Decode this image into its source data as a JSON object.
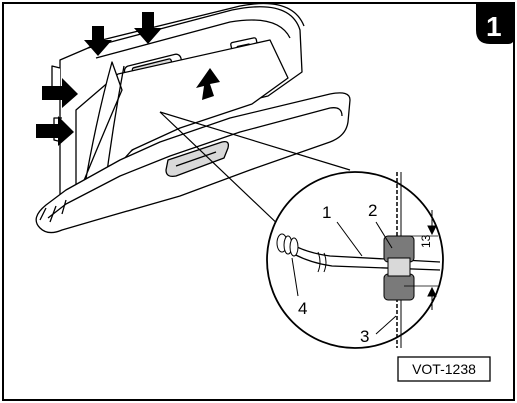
{
  "step_badge": "1",
  "callouts": {
    "c1": "1",
    "c2": "2",
    "c3": "3",
    "c4": "4"
  },
  "dimension": "13",
  "reference_code": "VOT-1238",
  "colors": {
    "ink": "#000000",
    "fill": "#ffffff",
    "gray": "#7a7a7a",
    "light": "#d9d9d9"
  },
  "icons": [
    "push-arrow-icon",
    "pull-arrow-icon"
  ]
}
